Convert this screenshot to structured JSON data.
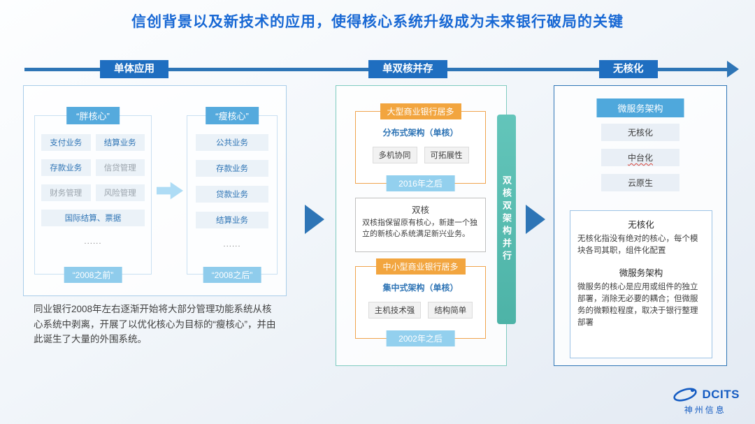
{
  "title": "信创背景以及新技术的应用，使得核心系统升级成为未来银行破局的关键",
  "timeline": {
    "stages": [
      "单体应用",
      "单双核并存",
      "无核化"
    ]
  },
  "monolith": {
    "fat_core": {
      "header": "“胖核心”",
      "items": [
        "支付业务",
        "结算业务",
        "存款业务",
        "信贷管理",
        "财务管理",
        "风险管理",
        "国际结算、票据",
        "......"
      ],
      "footer": "“2008之前”"
    },
    "thin_core": {
      "header": "“瘦核心”",
      "items": [
        "公共业务",
        "存款业务",
        "贷款业务",
        "结算业务",
        "......"
      ],
      "footer": "“2008之后”"
    },
    "description": "同业银行2008年左右逐渐开始将大部分管理功能系统从核心系统中剥离，开展了以优化核心为目标的“瘦核心”，并由此诞生了大量的外围系统。"
  },
  "dual": {
    "large_banks": {
      "header": "大型商业银行居多",
      "subtitle": "分布式架构（单核）",
      "chips": [
        "多机协同",
        "可拓展性"
      ],
      "footer": "2016年之后"
    },
    "dual_core": {
      "title": "双核",
      "body": "双核指保留原有核心，新建一个独立的新核心系统满足新兴业务。"
    },
    "small_banks": {
      "header": "中小型商业银行居多",
      "subtitle": "集中式架构（单核）",
      "chips": [
        "主机技术强",
        "结构简单"
      ],
      "footer": "2002年之后"
    },
    "side_bar": "双核双架构并行"
  },
  "coreless": {
    "header": "微服务架构",
    "chips": [
      "无核化",
      "中台化",
      "云原生"
    ],
    "info": {
      "title1": "无核化",
      "body1": "无核化指没有绝对的核心，每个模块各司其职，组件化配置",
      "title2": "微服务架构",
      "body2": "微服务的核心是应用或组件的独立部署，消除无必要的耦合；但微服务的微颗粒程度，取决于银行整理部署"
    }
  },
  "logo": {
    "brand": "DCITS",
    "company": "神州信息",
    "icon": "swoosh-ellipse-icon"
  },
  "colors": {
    "title_blue": "#1868d4",
    "accent_blue": "#2e75b6",
    "stage_blue": "#1f6ec0",
    "header_blue": "#55aadd",
    "light_blue": "#93d0ee",
    "orange": "#f2a53f",
    "teal": "#58bdb2",
    "logo_blue": "#155cc2"
  }
}
